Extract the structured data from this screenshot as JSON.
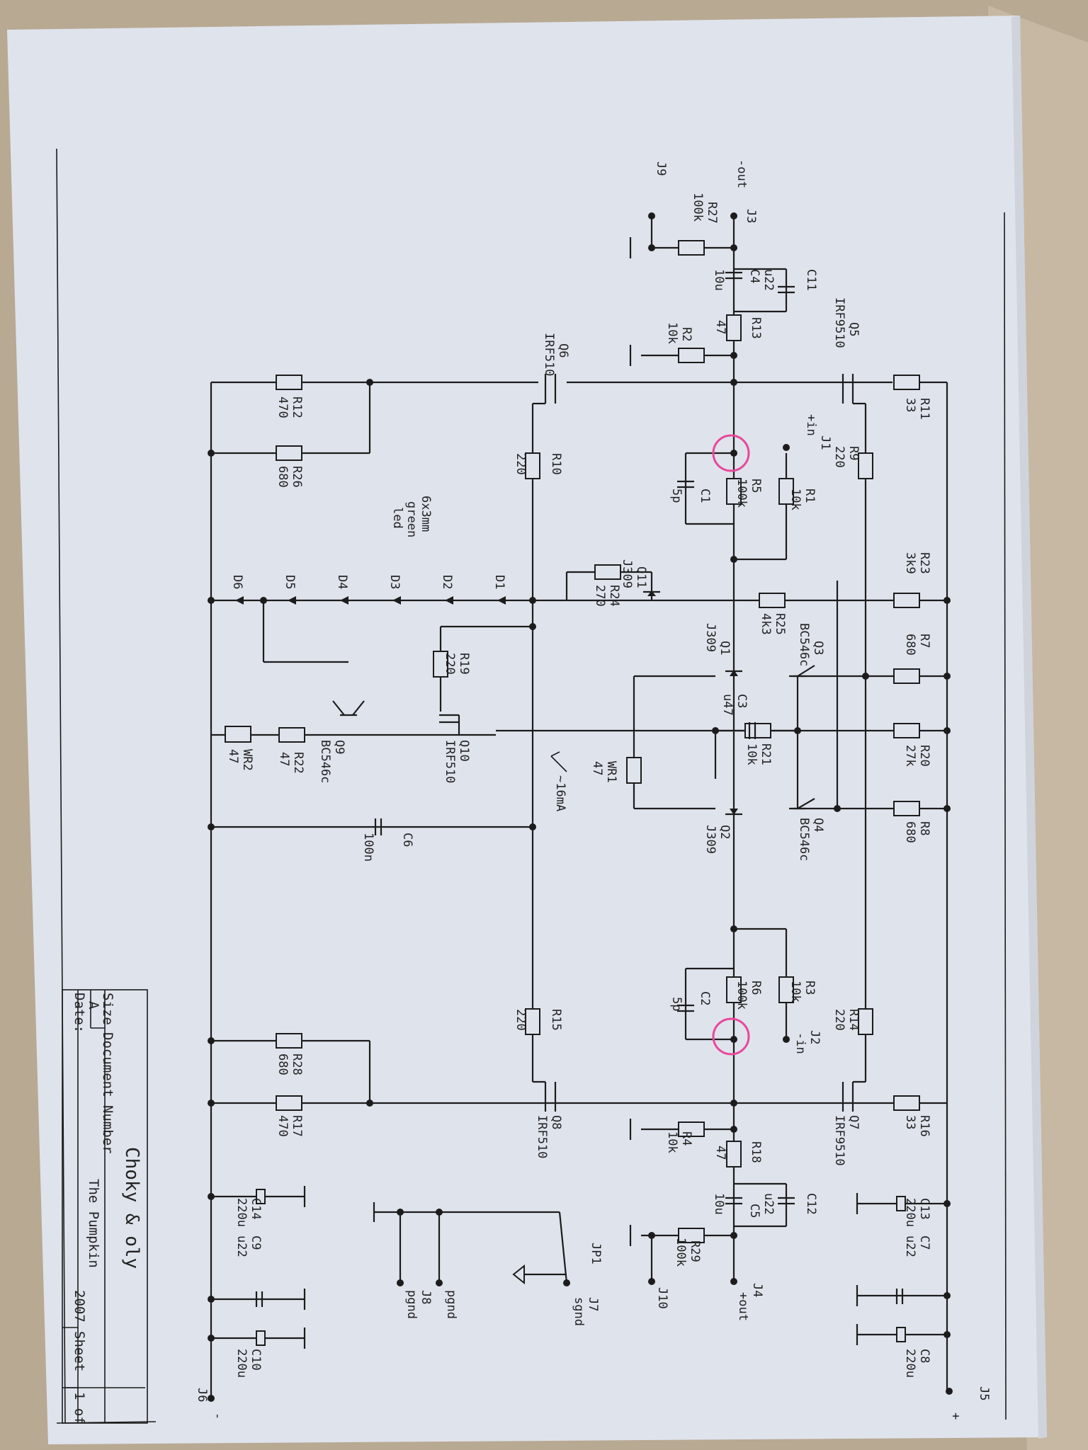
{
  "title_block": {
    "title": "Choky & oly",
    "size_label": "Size",
    "size_value": "A",
    "docnum_label": "Document Number",
    "docnum_value": "The Pumpkin",
    "date_label": "Date:",
    "date_value": "2007",
    "sheet_label": "Sheet",
    "sheet_value": "1 of"
  },
  "connectors": {
    "J1": {
      "ref": "J1",
      "net": "+in"
    },
    "J2": {
      "ref": "J2",
      "net": "-in"
    },
    "J3": {
      "ref": "J3",
      "net": "-out"
    },
    "J4": {
      "ref": "J4",
      "net": "+out"
    },
    "J5": {
      "ref": "J5",
      "net": "+"
    },
    "J6": {
      "ref": "J6",
      "net": "-"
    },
    "J7": {
      "ref": "J7",
      "net": "sgnd"
    },
    "J8": {
      "ref": "J8",
      "net": "pgnd"
    },
    "J8b": {
      "net": "pgnd"
    },
    "J9": {
      "ref": "J9"
    },
    "J10": {
      "ref": "J10"
    },
    "JP1": {
      "ref": "JP1"
    }
  },
  "resistors": {
    "R1": {
      "ref": "R1",
      "value": "10k"
    },
    "R2": {
      "ref": "R2",
      "value": "10k"
    },
    "R3": {
      "ref": "R3",
      "value": "10k"
    },
    "R4": {
      "ref": "R4",
      "value": "10k"
    },
    "R5": {
      "ref": "R5",
      "value": "100k"
    },
    "R6": {
      "ref": "R6",
      "value": "100k"
    },
    "R7": {
      "ref": "R7",
      "value": "680"
    },
    "R8": {
      "ref": "R8",
      "value": "680"
    },
    "R9": {
      "ref": "R9",
      "value": "220"
    },
    "R10": {
      "ref": "R10",
      "value": "220"
    },
    "R11": {
      "ref": "R11",
      "value": "33"
    },
    "R12": {
      "ref": "R12",
      "value": "470"
    },
    "R13": {
      "ref": "R13",
      "value": "47"
    },
    "R14": {
      "ref": "R14",
      "value": "220"
    },
    "R15": {
      "ref": "R15",
      "value": "220"
    },
    "R16": {
      "ref": "R16",
      "value": "33"
    },
    "R17": {
      "ref": "R17",
      "value": "470"
    },
    "R18": {
      "ref": "R18",
      "value": "47"
    },
    "R19": {
      "ref": "R19",
      "value": "220"
    },
    "R20": {
      "ref": "R20",
      "value": "27k"
    },
    "R21": {
      "ref": "R21",
      "value": "10k"
    },
    "R22": {
      "ref": "R22",
      "value": "47"
    },
    "R23": {
      "ref": "R23",
      "value": "3k9"
    },
    "R24": {
      "ref": "R24",
      "value": "270"
    },
    "R25": {
      "ref": "R25",
      "value": "4k3"
    },
    "R26": {
      "ref": "R26",
      "value": "680"
    },
    "R27": {
      "ref": "R27",
      "value": "100k"
    },
    "R28": {
      "ref": "R28",
      "value": "680"
    },
    "R29": {
      "ref": "R29",
      "value": "100k"
    },
    "WR1": {
      "ref": "WR1",
      "value": "47"
    },
    "WR2": {
      "ref": "WR2",
      "value": "47"
    }
  },
  "capacitors": {
    "C1": {
      "ref": "C1",
      "value": "5p"
    },
    "C2": {
      "ref": "C2",
      "value": "5p"
    },
    "C3": {
      "ref": "C3",
      "value": "u47"
    },
    "C4": {
      "ref": "C4",
      "value": "10u"
    },
    "C5": {
      "ref": "C5",
      "value": "10u"
    },
    "C6": {
      "ref": "C6",
      "value": "100n"
    },
    "C7": {
      "ref": "C7",
      "value": "u22"
    },
    "C8": {
      "ref": "C8",
      "value": "220u"
    },
    "C9": {
      "ref": "C9",
      "value": "u22"
    },
    "C10": {
      "ref": "C10",
      "value": "220u"
    },
    "C11": {
      "ref": "C11",
      "value": "u22"
    },
    "C12": {
      "ref": "C12",
      "value": "u22"
    },
    "C13": {
      "ref": "C13",
      "value": "220u"
    },
    "C14": {
      "ref": "C14",
      "value": "220u"
    }
  },
  "transistors": {
    "Q1": {
      "ref": "Q1",
      "part": "J309"
    },
    "Q2": {
      "ref": "Q2",
      "part": "J309"
    },
    "Q3": {
      "ref": "Q3",
      "part": "BC546c"
    },
    "Q4": {
      "ref": "Q4",
      "part": "BC546c"
    },
    "Q5": {
      "ref": "Q5",
      "part": "IRF9510"
    },
    "Q6": {
      "ref": "Q6",
      "part": "IRF510"
    },
    "Q7": {
      "ref": "Q7",
      "part": "IRF9510"
    },
    "Q8": {
      "ref": "Q8",
      "part": "IRF510"
    },
    "Q9": {
      "ref": "Q9",
      "part": "BC546c"
    },
    "Q10": {
      "ref": "Q10",
      "part": "IRF510"
    },
    "Q11": {
      "ref": "Q11",
      "part": "J309"
    }
  },
  "diodes": {
    "refs": [
      "D1",
      "D2",
      "D3",
      "D4",
      "D5",
      "D6"
    ],
    "note_lines": [
      "6x3mm",
      "green",
      "led"
    ]
  },
  "annotations": {
    "current": "~16mA"
  }
}
